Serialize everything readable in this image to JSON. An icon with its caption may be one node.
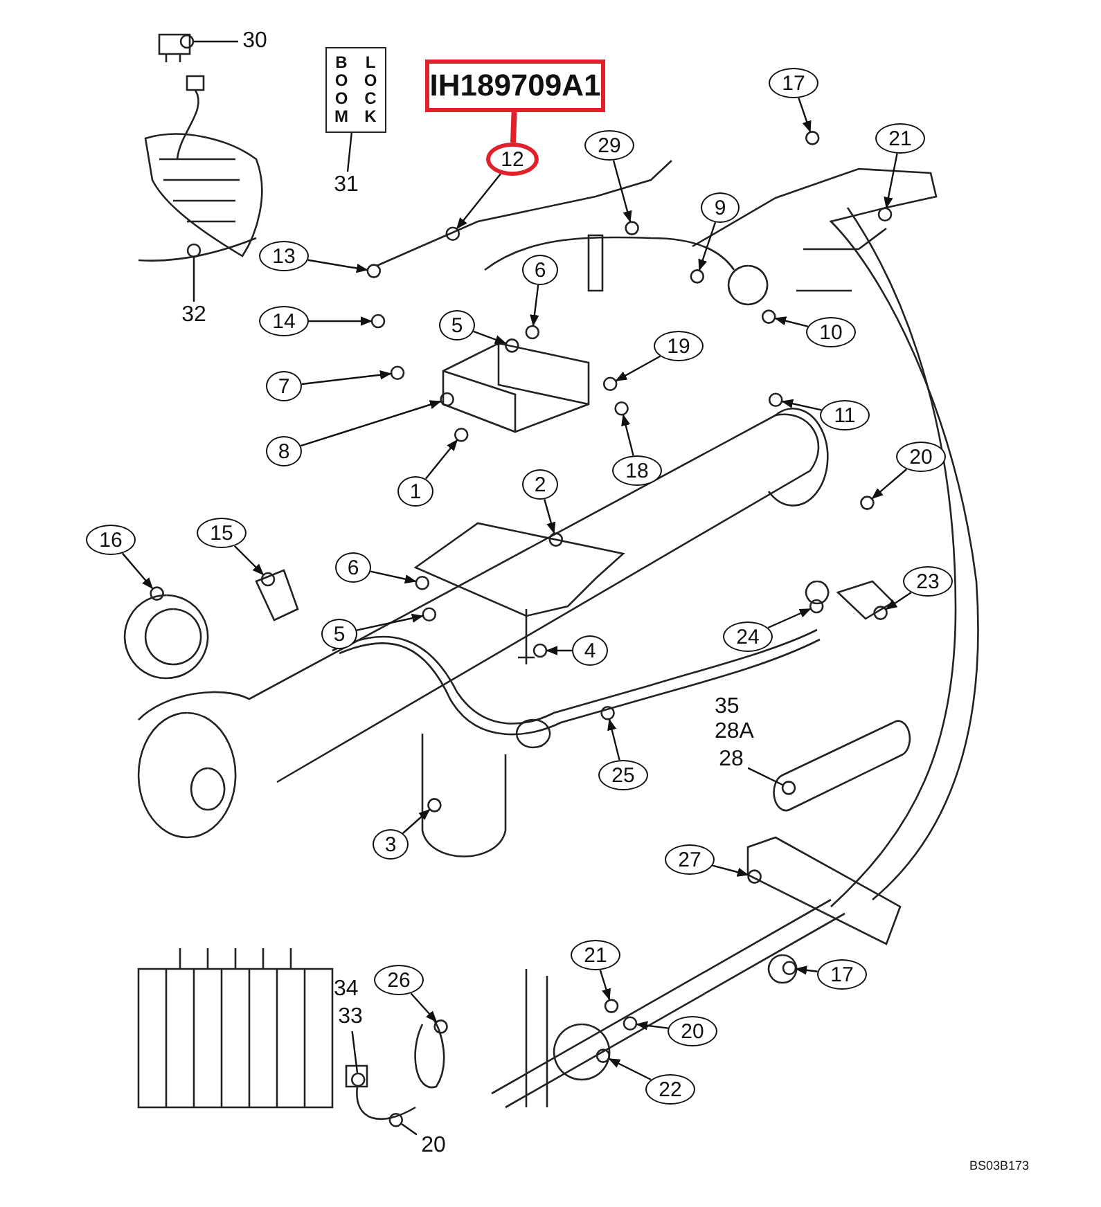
{
  "diagram": {
    "nodes": [
      {
        "text": [
          "IH189709A1"
        ]
      },
      {
        "text": [
          "12"
        ]
      },
      {
        "text": [
          "30"
        ]
      },
      {
        "text": [
          "31"
        ]
      },
      {
        "text": [
          "32"
        ]
      },
      {
        "text": [
          "17"
        ]
      },
      {
        "text": [
          "29"
        ]
      },
      {
        "text": [
          "21"
        ]
      },
      {
        "text": [
          "9"
        ]
      },
      {
        "text": [
          "13"
        ]
      },
      {
        "text": [
          "6"
        ]
      },
      {
        "text": [
          "5"
        ]
      },
      {
        "text": [
          "14"
        ]
      },
      {
        "text": [
          "7"
        ]
      },
      {
        "text": [
          "8"
        ]
      },
      {
        "text": [
          "10"
        ]
      },
      {
        "text": [
          "19"
        ]
      },
      {
        "text": [
          "11"
        ]
      },
      {
        "text": [
          "1"
        ]
      },
      {
        "text": [
          "18"
        ]
      },
      {
        "text": [
          "15"
        ]
      },
      {
        "text": [
          "16"
        ]
      },
      {
        "text": [
          "2"
        ]
      },
      {
        "text": [
          "6"
        ]
      },
      {
        "text": [
          "5"
        ]
      },
      {
        "text": [
          "20"
        ]
      },
      {
        "text": [
          "23"
        ]
      },
      {
        "text": [
          "24"
        ]
      },
      {
        "text": [
          "4"
        ]
      },
      {
        "text": [
          "25"
        ]
      },
      {
        "text": [
          "28"
        ],
        "beside": [
          "35",
          "28A"
        ]
      },
      {
        "text": [
          "3"
        ]
      },
      {
        "text": [
          "27"
        ]
      },
      {
        "text": [
          "21"
        ]
      },
      {
        "text": [
          "17"
        ]
      },
      {
        "text": [
          "26"
        ]
      },
      {
        "text": [
          "33"
        ],
        "beside": [
          "34"
        ]
      },
      {
        "text": [
          "20"
        ]
      },
      {
        "text": [
          "22"
        ]
      },
      {
        "text": [
          "20"
        ]
      },
      {
        "text": [
          "BOOM",
          "LOCK"
        ]
      }
    ],
    "edges": [
      {
        "from": 0,
        "to": 1,
        "arrow": "none",
        "style": "thick",
        "color": "#e0202a"
      },
      {
        "from": 1,
        "to": null,
        "arrow": "to"
      },
      {
        "from": 2,
        "to": null,
        "arrow": "none"
      },
      {
        "from": 3,
        "to": 40,
        "arrow": "none"
      },
      {
        "from": 4,
        "to": null,
        "arrow": "none"
      },
      {
        "from": 5,
        "to": null,
        "arrow": "to"
      },
      {
        "from": 6,
        "to": null,
        "arrow": "to"
      },
      {
        "from": 7,
        "to": null,
        "arrow": "to"
      },
      {
        "from": 8,
        "to": null,
        "arrow": "to"
      },
      {
        "from": 9,
        "to": null,
        "arrow": "to"
      },
      {
        "from": 10,
        "to": null,
        "arrow": "to"
      },
      {
        "from": 11,
        "to": null,
        "arrow": "to"
      },
      {
        "from": 12,
        "to": null,
        "arrow": "to"
      },
      {
        "from": 13,
        "to": null,
        "arrow": "to"
      },
      {
        "from": 14,
        "to": null,
        "arrow": "to"
      },
      {
        "from": 15,
        "to": null,
        "arrow": "to"
      },
      {
        "from": 16,
        "to": null,
        "arrow": "to"
      },
      {
        "from": 17,
        "to": null,
        "arrow": "to"
      },
      {
        "from": 18,
        "to": null,
        "arrow": "to"
      },
      {
        "from": 19,
        "to": null,
        "arrow": "to"
      },
      {
        "from": 20,
        "to": null,
        "arrow": "to"
      },
      {
        "from": 21,
        "to": null,
        "arrow": "to"
      },
      {
        "from": 22,
        "to": null,
        "arrow": "to"
      },
      {
        "from": 23,
        "to": null,
        "arrow": "to"
      },
      {
        "from": 24,
        "to": null,
        "arrow": "to"
      },
      {
        "from": 25,
        "to": null,
        "arrow": "to"
      },
      {
        "from": 26,
        "to": null,
        "arrow": "to"
      },
      {
        "from": 27,
        "to": null,
        "arrow": "to"
      },
      {
        "from": 28,
        "to": null,
        "arrow": "to"
      },
      {
        "from": 29,
        "to": null,
        "arrow": "to"
      },
      {
        "from": 30,
        "to": null,
        "arrow": "none"
      },
      {
        "from": 31,
        "to": null,
        "arrow": "to"
      },
      {
        "from": 32,
        "to": null,
        "arrow": "to"
      },
      {
        "from": 33,
        "to": null,
        "arrow": "to"
      },
      {
        "from": 34,
        "to": null,
        "arrow": "to"
      },
      {
        "from": 35,
        "to": null,
        "arrow": "to"
      },
      {
        "from": 36,
        "to": null,
        "arrow": "none"
      },
      {
        "from": 37,
        "to": null,
        "arrow": "to"
      },
      {
        "from": 38,
        "to": null,
        "arrow": "to"
      },
      {
        "from": 39,
        "to": null,
        "arrow": "none"
      }
    ],
    "labels": [
      "BS03B173"
    ]
  }
}
